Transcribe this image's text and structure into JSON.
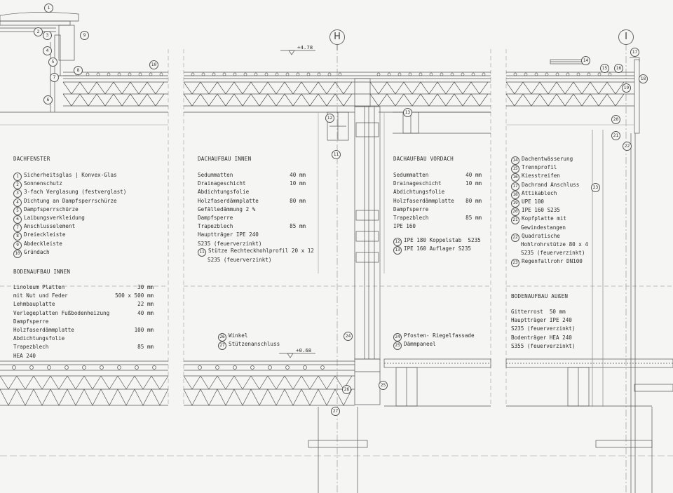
{
  "axes": {
    "h": "H",
    "i": "I"
  },
  "levels": {
    "top": "+4.78",
    "bottom": "+0.68"
  },
  "dachfenster": {
    "title": "DACHFENSTER",
    "items": [
      {
        "n": "1",
        "t": "Sicherheitsglas | Konvex-Glas"
      },
      {
        "n": "2",
        "t": "Sonnenschutz"
      },
      {
        "n": "3",
        "t": "3-fach Verglasung (festverglast)"
      },
      {
        "n": "4",
        "t": "Dichtung an Dampfsperrschürze"
      },
      {
        "n": "5",
        "t": "Dampfsperrschürze"
      },
      {
        "n": "6",
        "t": "Laibungsverkleidung"
      },
      {
        "n": "7",
        "t": "Anschlusselement"
      },
      {
        "n": "8",
        "t": "Dreieckleiste"
      },
      {
        "n": "9",
        "t": "Abdeckleiste"
      },
      {
        "n": "10",
        "t": "Gründach"
      }
    ]
  },
  "bodenaufbau_innen": {
    "title": "BODENAUFBAU INNEN",
    "rows": [
      {
        "t": "Linoleum Platten",
        "v": "30 mm"
      },
      {
        "t": "mit Nut und Feder",
        "v": "500 x 500 mm"
      },
      {
        "t": "Lehmbauplatte",
        "v": "22 mm"
      },
      {
        "t": "Verlegeplatten Fußbodenheizung",
        "v": "40 mm"
      },
      {
        "t": "Dampfsperre",
        "v": ""
      },
      {
        "t": "Holzfaserdämmplatte",
        "v": "100 mm"
      },
      {
        "t": "Abdichtungsfolie",
        "v": ""
      },
      {
        "t": "Trapezblech",
        "v": "85 mm"
      },
      {
        "t": "HEA 240",
        "v": ""
      }
    ]
  },
  "dachaufbau_innen": {
    "title": "DACHAUFBAU INNEN",
    "rows": [
      {
        "t": "Sedummatten",
        "v": "40 mm"
      },
      {
        "t": "Drainageschicht",
        "v": "10 mm"
      },
      {
        "t": "Abdichtungsfolie",
        "v": ""
      },
      {
        "t": "Holzfaserdämmplatte",
        "v": "80 mm"
      },
      {
        "t": "Gefälledämmung 2 %",
        "v": ""
      },
      {
        "t": "Dampfsperre",
        "v": ""
      },
      {
        "t": "Trapezblech",
        "v": "85 mm"
      },
      {
        "t": "Hauptträger IPE 240",
        "v": ""
      },
      {
        "t": "S235 (feuerverzinkt)",
        "v": ""
      }
    ],
    "item11": {
      "n": "11",
      "t1": "Stütze Rechteckhohlprofil 20 x 12",
      "t2": "S235 (feuerverzinkt)"
    }
  },
  "dachaufbau_vordach": {
    "title": "DACHAUFBAU VORDACH",
    "rows": [
      {
        "t": "Sedummatten",
        "v": "40 mm"
      },
      {
        "t": "Drainageschicht",
        "v": "10 mm"
      },
      {
        "t": "Abdichtungsfolie",
        "v": ""
      },
      {
        "t": "Holzfaserdämmplatte",
        "v": "80 mm"
      },
      {
        "t": "Dampfsperre",
        "v": ""
      },
      {
        "t": "Trapezblech",
        "v": "85 mm"
      },
      {
        "t": "IPE 160",
        "v": ""
      }
    ],
    "items": [
      {
        "n": "12",
        "t": "IPE 180 Koppelstab  S235"
      },
      {
        "n": "13",
        "t": "IPE 160 Auflager S235"
      }
    ]
  },
  "rechts": {
    "items": [
      {
        "n": "14",
        "t": "Dachentwässerung"
      },
      {
        "n": "15",
        "t": "Trennprofil"
      },
      {
        "n": "16",
        "t": "Kiesstreifen"
      },
      {
        "n": "17",
        "t": "Dachrand Anschluss"
      },
      {
        "n": "18",
        "t": "Attikablech"
      },
      {
        "n": "19",
        "t": "UPE 100"
      },
      {
        "n": "20",
        "t": "IPE 160 S235"
      },
      {
        "n": "21",
        "t": "Kopfplatte mit",
        "t2": "Gewindestangen"
      },
      {
        "n": "22",
        "t": "Quadratische",
        "t2": "Hohlrohrstütze 80 x 4",
        "t3": "S235 (feuerverzinkt)"
      },
      {
        "n": "23",
        "t": "Regenfallrohr DN100"
      }
    ]
  },
  "mitte_unten": {
    "items": [
      {
        "n": "26",
        "t": "Winkel"
      },
      {
        "n": "27",
        "t": "Stützenanschluss"
      }
    ]
  },
  "fassade": {
    "items": [
      {
        "n": "24",
        "t": "Pfosten- Riegelfassade"
      },
      {
        "n": "25",
        "t": "Dämmpaneel"
      }
    ]
  },
  "bodenaufbau_aussen": {
    "title": "BODENAUFBAU AUßEN",
    "rows": [
      {
        "t": "Gitterrost  50 mm"
      },
      {
        "t": "Hauptträger IPE 240"
      },
      {
        "t": "S235 (feuerverzinkt)"
      },
      {
        "t": "Bodenträger HEA 240"
      },
      {
        "t": "S355 (feuerverzinkt)"
      }
    ]
  }
}
